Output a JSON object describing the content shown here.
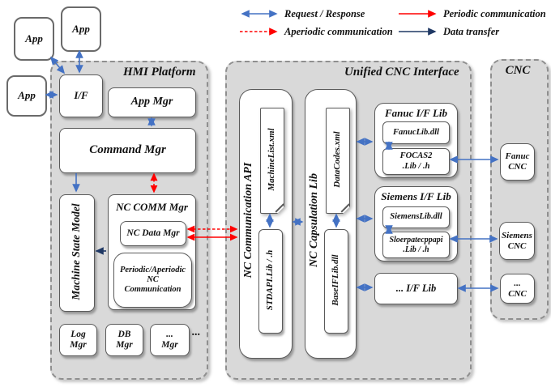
{
  "legend": {
    "request_response": "Request / Response",
    "aperiodic": "Aperiodic communication",
    "periodic": "Periodic communication",
    "data_transfer": "Data transfer"
  },
  "apps": {
    "app1": "App",
    "app2": "App",
    "app3": "App"
  },
  "hmi": {
    "title": "HMI Platform",
    "if": "I/F",
    "app_mgr": "App Mgr",
    "command_mgr": "Command Mgr",
    "machine_state_model": "Machine State Model",
    "nc_comm_mgr": "NC COMM Mgr",
    "nc_data_mgr": "NC Data Mgr",
    "periodic_aperiodic": "Periodic/Aperiodic\nNC\nCommunication",
    "log_mgr": "Log\nMgr",
    "db_mgr": "DB\nMgr",
    "etc_mgr": "...\nMgr",
    "ellipsis": "..."
  },
  "unified": {
    "title": "Unified CNC Interface",
    "nc_communication_api": "NC Communication API",
    "machinelist_xml": "MachineList.xml",
    "stdapi_lib": "STDAPI.Lib / .h",
    "nc_capsulation_lib": "NC Capsulation Lib",
    "datacodes_xml": "DataCodes.xml",
    "baseiflib_dll": "BaseIFLib.dll",
    "fanuc_iflib_title": "Fanuc I/F Lib",
    "fanuclib_dll": "FanucLib.dll",
    "focas2_lib": "FOCAS2\n.Lib / .h",
    "siemens_iflib_title": "Siemens I/F Lib",
    "siemenslib_dll": "SiemensLib.dll",
    "sloerpatecppapi_lib": "Sloerpatecppapi\n.Lib / .h",
    "etc_iflib": "... I/F Lib"
  },
  "cnc": {
    "title": "CNC",
    "fanuc_cnc": "Fanuc\nCNC",
    "siemens_cnc": "Siemens\nCNC",
    "etc_cnc": "...\nCNC"
  },
  "colors": {
    "request_blue": "#4472c4",
    "communication_red": "#ff0000",
    "data_navy": "#1f3864",
    "container_fill": "#d9d9d9"
  }
}
